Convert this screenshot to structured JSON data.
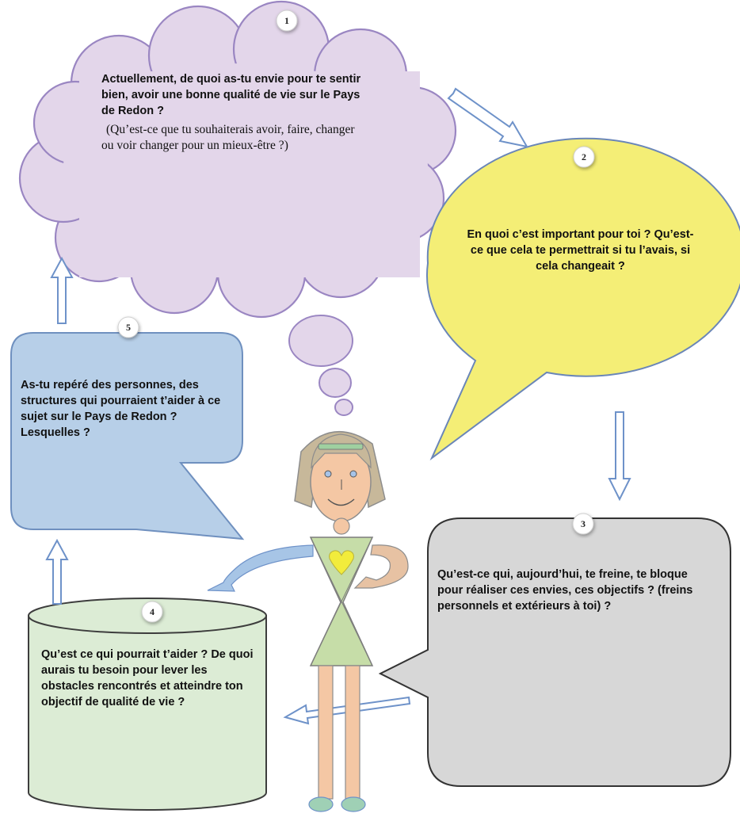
{
  "step1": {
    "number": "1",
    "question": "Actuellement, de quoi as-tu envie  pour te sentir bien, avoir une bonne qualité de vie sur le Pays de Redon ?",
    "detail": "(Qu’est-ce que tu souhaiterais avoir, faire, changer ou voir changer  pour un mieux-être ?)"
  },
  "step2": {
    "number": "2",
    "question": "En quoi c’est important pour toi ? Qu’est-ce que cela te permettrait si tu l’avais, si cela changeait ?"
  },
  "step3": {
    "number": "3",
    "question": "Qu’est-ce qui, aujourd’hui, te freine, te bloque pour réaliser ces envies, ces objectifs ? (freins personnels et extérieurs à toi) ?"
  },
  "step4": {
    "number": "4",
    "question": "Qu’est ce qui pourrait t’aider ? De quoi aurais tu besoin pour lever les obstacles rencontrés  et atteindre ton objectif de qualité de vie ?"
  },
  "step5": {
    "number": "5",
    "question": "As-tu repéré des personnes, des structures qui pourraient t’aider à ce sujet sur le Pays de Redon ? Lesquelles ?"
  },
  "colors": {
    "cloud_fill": "#e3d6ea",
    "cloud_stroke": "#9a86c2",
    "speech_yellow": "#f4ee76",
    "speech_gray": "#d7d7d7",
    "note_blue": "#b7cfe8",
    "cylinder_green": "#dcecd5",
    "arrow_blue": "#6e92c9"
  }
}
